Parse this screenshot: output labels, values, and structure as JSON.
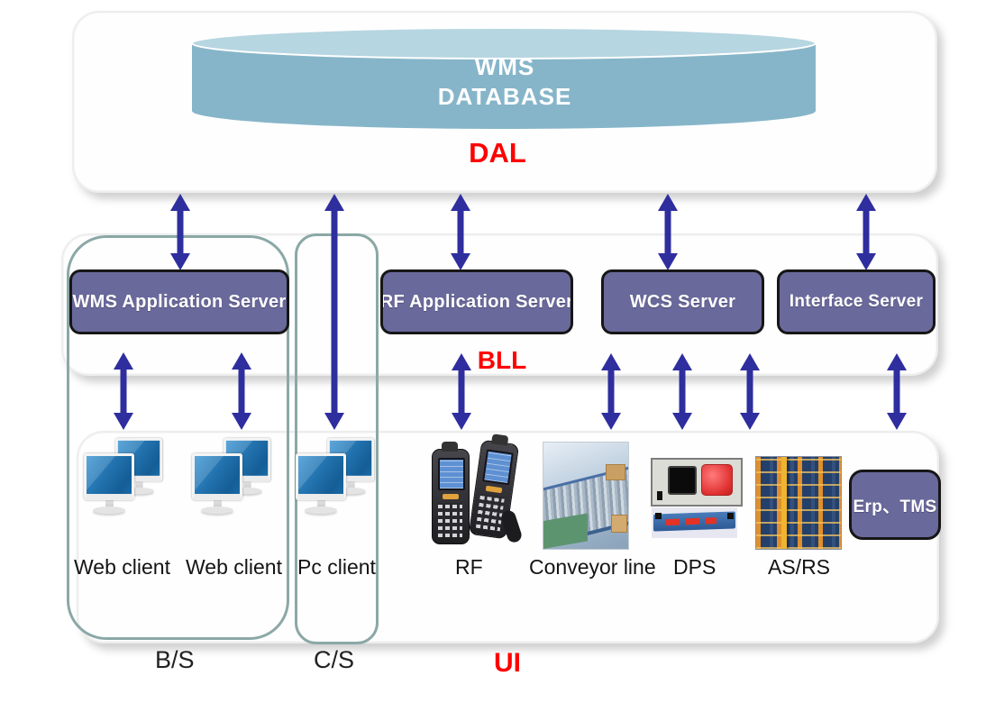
{
  "database": {
    "line1": "WMS",
    "line2": "DATABASE"
  },
  "layers": {
    "dal": "DAL",
    "bll": "BLL",
    "ui": "UI"
  },
  "servers": {
    "wms_app": "WMS Application Server",
    "rf_app": "RF Application Server",
    "wcs": "WCS Server",
    "interface": "Interface Server"
  },
  "external": {
    "label": "Erp、TMS"
  },
  "clients": {
    "web1": "Web client",
    "web2": "Web client",
    "pc": "Pc client"
  },
  "devices": {
    "rf": "RF",
    "conveyor": "Conveyor line",
    "dps": "DPS",
    "asrs": "AS/RS"
  },
  "groups": {
    "bs": "B/S",
    "cs": "C/S"
  },
  "icons": {
    "database": "database-cylinder-icon",
    "clients": "dual-monitor-icon",
    "rf": "handheld-scanner-icon",
    "conveyor": "conveyor-line-photo",
    "dps": "dps-display-photo",
    "asrs": "asrs-rack-photo",
    "arrow": "bidirectional-arrow-icon"
  },
  "colors": {
    "arrow": "#2e2e9f",
    "server_box_fill": "#6a699c",
    "layer_label_red": "#ff0000",
    "group_outline": "#8ba8a6",
    "cylinder_body": "#86b5c9",
    "cylinder_top": "#b6d6e1"
  }
}
